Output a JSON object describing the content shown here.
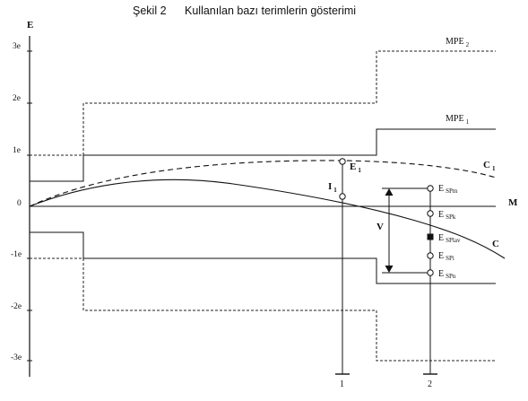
{
  "caption": {
    "figure_no": "Şekil 2",
    "title": "Kullanılan bazı terimlerin gösterimi"
  },
  "axis": {
    "y_label": "E",
    "ticks": [
      "3e",
      "2e",
      "1e",
      "0",
      "-1e",
      "-2e",
      "-3e"
    ]
  },
  "labels": {
    "mpe2": {
      "main": "MPE",
      "sub": "2"
    },
    "mpe1": {
      "main": "MPE",
      "sub": "1"
    },
    "c1": {
      "main": "C",
      "sub": "1"
    },
    "c": "C",
    "m": "M",
    "e1": {
      "main": "E",
      "sub": "1"
    },
    "i1": {
      "main": "I",
      "sub": "1"
    },
    "v": "V",
    "e_spm": {
      "main": "E",
      "sub": "SPm"
    },
    "e_spk": {
      "main": "E",
      "sub": "SPk"
    },
    "e_splav": {
      "main": "E",
      "sub": "SPlav"
    },
    "e_spi": {
      "main": "E",
      "sub": "SPi"
    },
    "e_spn": {
      "main": "E",
      "sub": "SPn"
    },
    "point1": "1",
    "point2": "2"
  }
}
